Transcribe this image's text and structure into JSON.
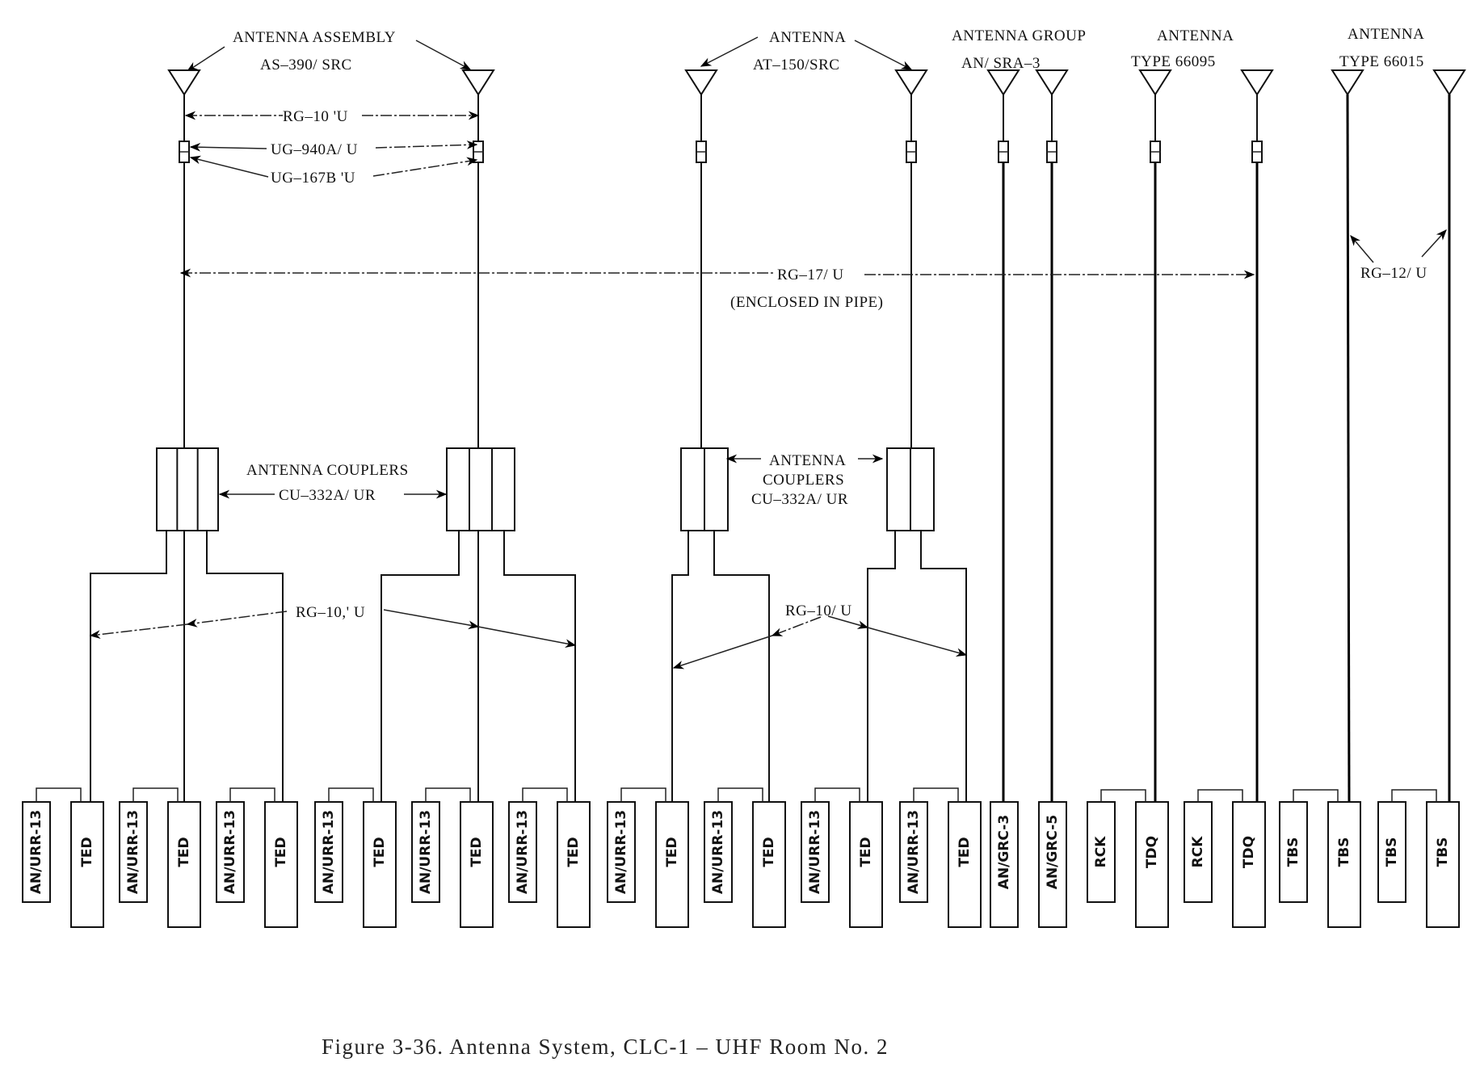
{
  "caption": "Figure 3-36.  Antenna System, CLC-1 – UHF Room No. 2",
  "antenna_groups": [
    {
      "title": "ANTENNA ASSEMBLY",
      "model": "AS–390/ SRC"
    },
    {
      "title": "ANTENNA",
      "model": "AT–150/SRC"
    },
    {
      "title": "ANTENNA GROUP",
      "model": "AN/ SRA–3"
    },
    {
      "title": "ANTENNA",
      "model": "TYPE 66095"
    },
    {
      "title": "ANTENNA",
      "model": "TYPE 66015"
    }
  ],
  "cable_labels": {
    "top_rg10": "RG–10 'U",
    "ug940": "UG–940A/ U",
    "ug167": "UG–167B 'U",
    "rg17": "RG–17/ U",
    "rg17_note": "(ENCLOSED IN PIPE)",
    "rg12": "RG–12/ U",
    "rg10_left": "RG–10,' U",
    "rg10_right": "RG–10/ U"
  },
  "coupler_labels": {
    "left_title": "ANTENNA COUPLERS",
    "left_model": "CU–332A/ UR",
    "right_title_1": "ANTENNA",
    "right_title_2": "COUPLERS",
    "right_model": "CU–332A/ UR"
  },
  "equipment_pairs": [
    {
      "a": "AN/URR-13",
      "b": "TED"
    },
    {
      "a": "AN/URR-13",
      "b": "TED"
    },
    {
      "a": "AN/URR-13",
      "b": "TED"
    },
    {
      "a": "AN/URR-13",
      "b": "TED"
    },
    {
      "a": "AN/URR-13",
      "b": "TED"
    },
    {
      "a": "AN/URR-13",
      "b": "TED"
    },
    {
      "a": "AN/URR-13",
      "b": "TED"
    },
    {
      "a": "AN/URR-13",
      "b": "TED"
    },
    {
      "a": "AN/URR-13",
      "b": "TED"
    },
    {
      "a": "AN/URR-13",
      "b": "TED"
    }
  ],
  "single_equipment": [
    {
      "label": "AN/GRC-3"
    },
    {
      "label": "AN/GRC-5"
    }
  ],
  "right_pairs": [
    {
      "a": "RCK",
      "b": "TDQ"
    },
    {
      "a": "RCK",
      "b": "TDQ"
    },
    {
      "a": "TBS",
      "b": "TBS"
    },
    {
      "a": "TBS",
      "b": "TBS"
    }
  ]
}
